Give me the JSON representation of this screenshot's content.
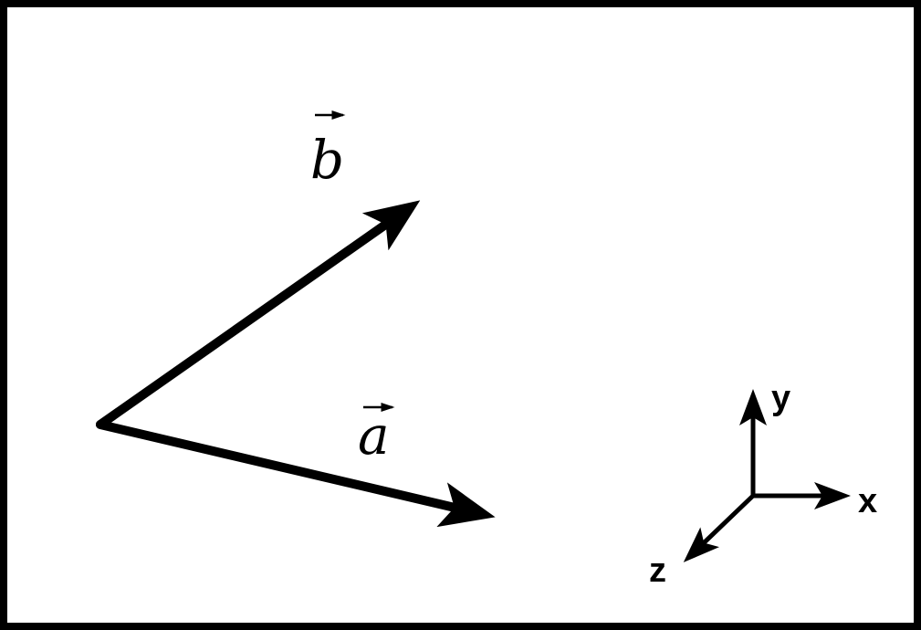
{
  "vectors": {
    "a": {
      "label": "a"
    },
    "b": {
      "label": "b"
    }
  },
  "axes": {
    "x": "x",
    "y": "y",
    "z": "z"
  },
  "colors": {
    "stroke": "#000000",
    "background": "#ffffff"
  }
}
